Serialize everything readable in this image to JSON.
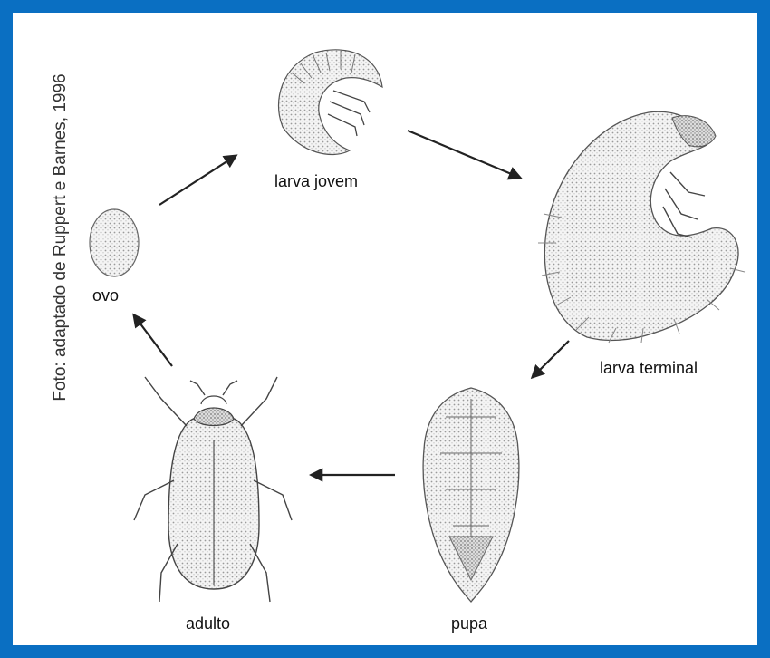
{
  "credit": "Foto: adaptado de Ruppert e Barnes, 1996",
  "stages": {
    "egg": "ovo",
    "young_larva": "larva jovem",
    "terminal_larva": "larva terminal",
    "pupa": "pupa",
    "adult": "adulto"
  },
  "colors": {
    "frame": "#0a6fc2",
    "background": "#ffffff",
    "ink": "#222222"
  }
}
